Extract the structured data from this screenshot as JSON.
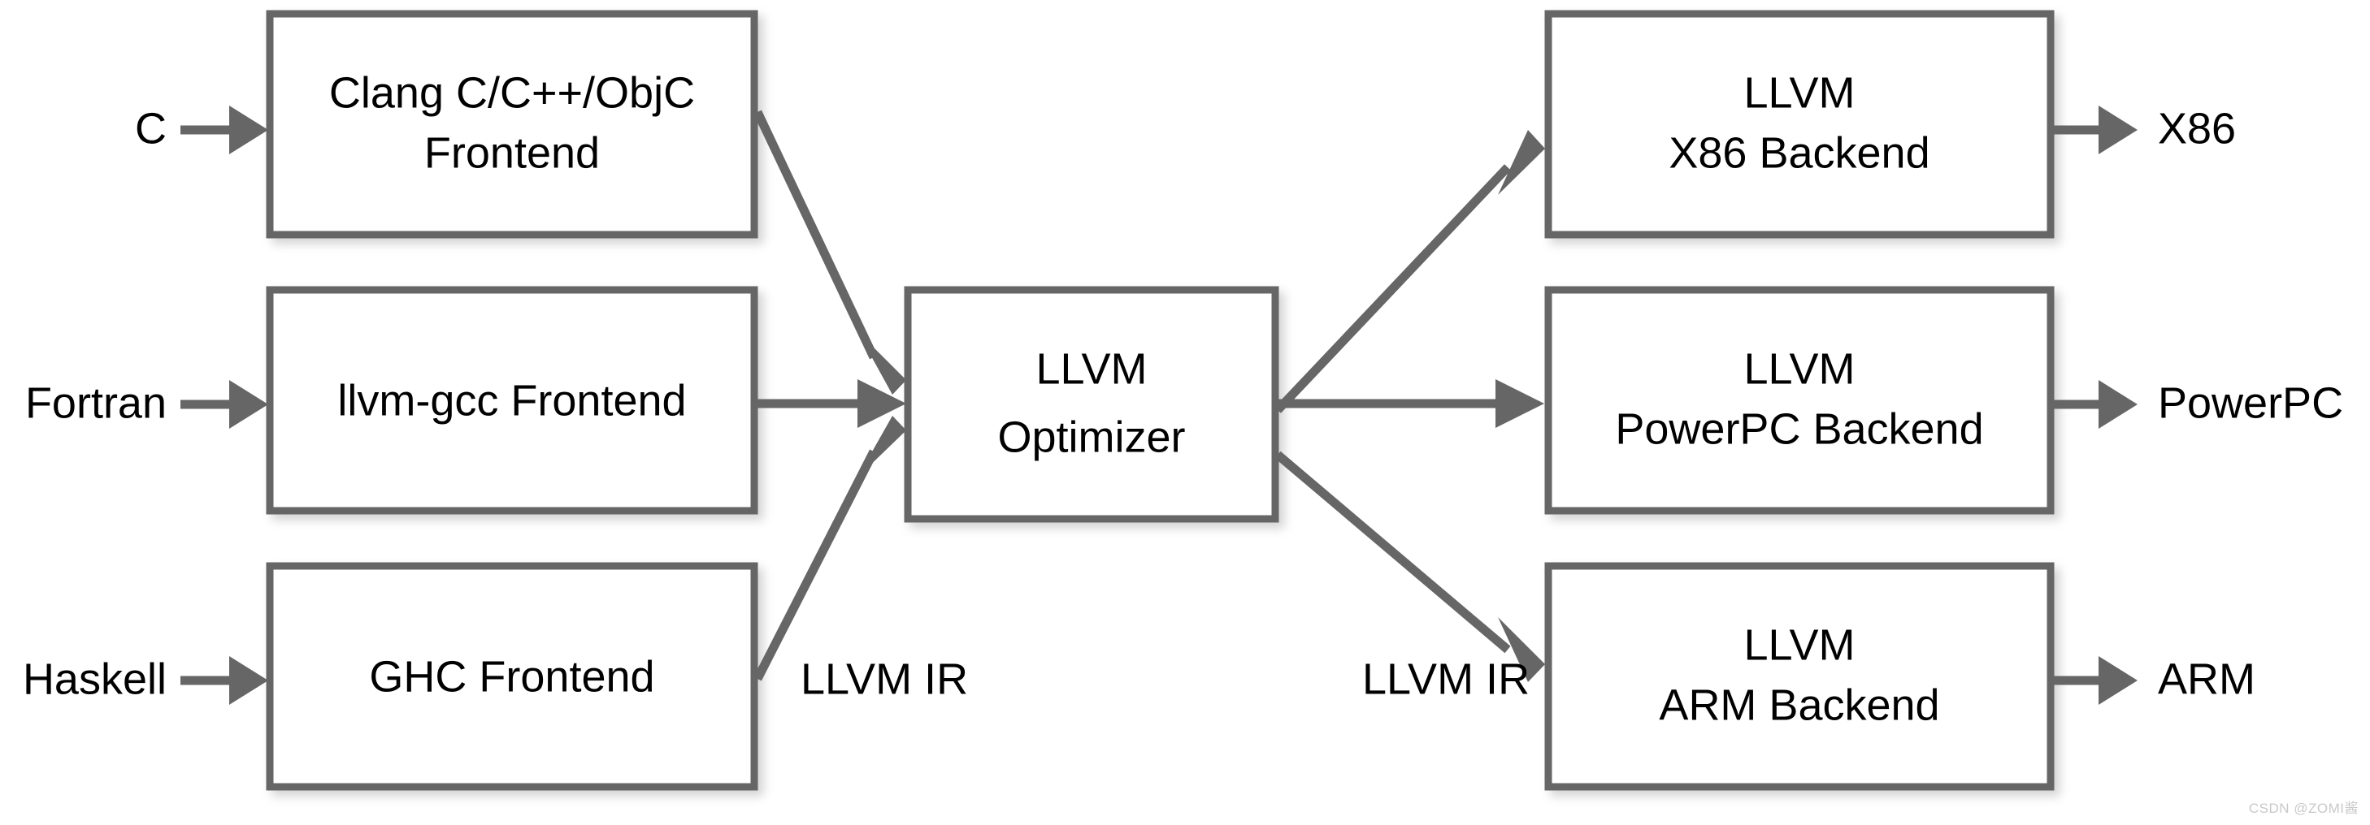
{
  "diagram": {
    "title": "LLVM three-phase compiler architecture",
    "colors": {
      "box_fill": "#ffffff",
      "box_stroke": "#666666",
      "arrow": "#666666",
      "text": "#000000",
      "background": "#ffffff",
      "watermark": "#c9c9c9"
    },
    "inputs": [
      {
        "id": "c",
        "label": "C"
      },
      {
        "id": "fortran",
        "label": "Fortran"
      },
      {
        "id": "haskell",
        "label": "Haskell"
      }
    ],
    "frontends": [
      {
        "id": "clang",
        "line1": "Clang C/C++/ObjC",
        "line2": "Frontend"
      },
      {
        "id": "llvm-gcc",
        "line1": "llvm-gcc Frontend",
        "line2": ""
      },
      {
        "id": "ghc",
        "line1": "GHC Frontend",
        "line2": ""
      }
    ],
    "optimizer": {
      "id": "optimizer",
      "line1": "LLVM",
      "line2": "Optimizer"
    },
    "backends": [
      {
        "id": "x86",
        "line1": "LLVM",
        "line2": "X86 Backend"
      },
      {
        "id": "powerpc",
        "line1": "LLVM",
        "line2": "PowerPC Backend"
      },
      {
        "id": "arm",
        "line1": "LLVM",
        "line2": "ARM Backend"
      }
    ],
    "outputs": [
      {
        "id": "x86-out",
        "label": "X86"
      },
      {
        "id": "powerpc-out",
        "label": "PowerPC"
      },
      {
        "id": "arm-out",
        "label": "ARM"
      }
    ],
    "edge_labels": [
      {
        "id": "ir-in",
        "label": "LLVM IR"
      },
      {
        "id": "ir-out",
        "label": "LLVM IR"
      }
    ],
    "watermark": "CSDN @ZOMI酱"
  }
}
